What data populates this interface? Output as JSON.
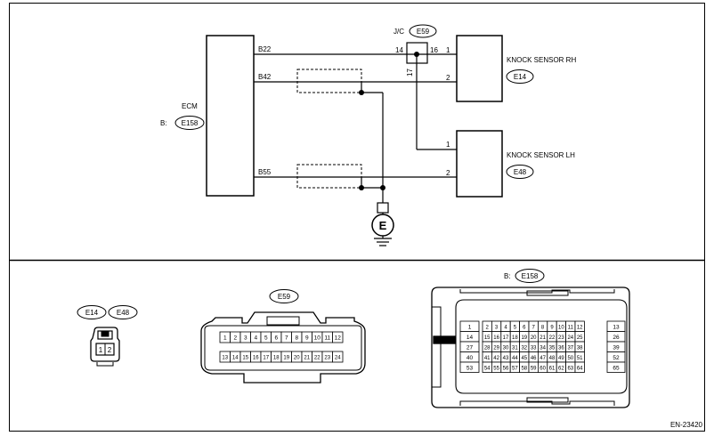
{
  "schematic": {
    "ecm": {
      "label": "ECM",
      "connector_prefix": "B:",
      "connector": "E158",
      "pins": [
        "B22",
        "B42",
        "B55"
      ]
    },
    "jc": {
      "label": "J/C",
      "connector": "E59",
      "pin_in": "14",
      "pin_out": "16",
      "pin_down": "17"
    },
    "knock_rh": {
      "label": "KNOCK SENSOR RH",
      "connector": "E14",
      "pin1": "1",
      "pin2": "2"
    },
    "knock_lh": {
      "label": "KNOCK SENSOR LH",
      "connector": "E48",
      "pin1": "1",
      "pin2": "2"
    },
    "ground_symbol": "E"
  },
  "connectors": {
    "e14_e48": {
      "ids": [
        "E14",
        "E48"
      ],
      "pins": [
        "1",
        "2"
      ]
    },
    "e59": {
      "id": "E59",
      "row1": [
        "1",
        "2",
        "3",
        "4",
        "5",
        "6",
        "7",
        "8",
        "9",
        "10",
        "11",
        "12"
      ],
      "row2": [
        "13",
        "14",
        "15",
        "16",
        "17",
        "18",
        "19",
        "20",
        "21",
        "22",
        "23",
        "24"
      ]
    },
    "e158": {
      "prefix": "B:",
      "id": "E158",
      "left_col": [
        "1",
        "14",
        "27",
        "40",
        "53"
      ],
      "grid": [
        [
          "2",
          "3",
          "4",
          "5",
          "6",
          "7",
          "8",
          "9",
          "10",
          "11",
          "12"
        ],
        [
          "15",
          "16",
          "17",
          "18",
          "19",
          "20",
          "21",
          "22",
          "23",
          "24",
          "25"
        ],
        [
          "28",
          "29",
          "30",
          "31",
          "32",
          "33",
          "34",
          "35",
          "36",
          "37",
          "38"
        ],
        [
          "41",
          "42",
          "43",
          "44",
          "45",
          "46",
          "47",
          "48",
          "49",
          "50",
          "51"
        ],
        [
          "54",
          "55",
          "56",
          "57",
          "58",
          "59",
          "60",
          "61",
          "62",
          "63",
          "64"
        ]
      ],
      "right_col": [
        "13",
        "26",
        "39",
        "52",
        "65"
      ]
    }
  },
  "figure_id": "EN-23420"
}
